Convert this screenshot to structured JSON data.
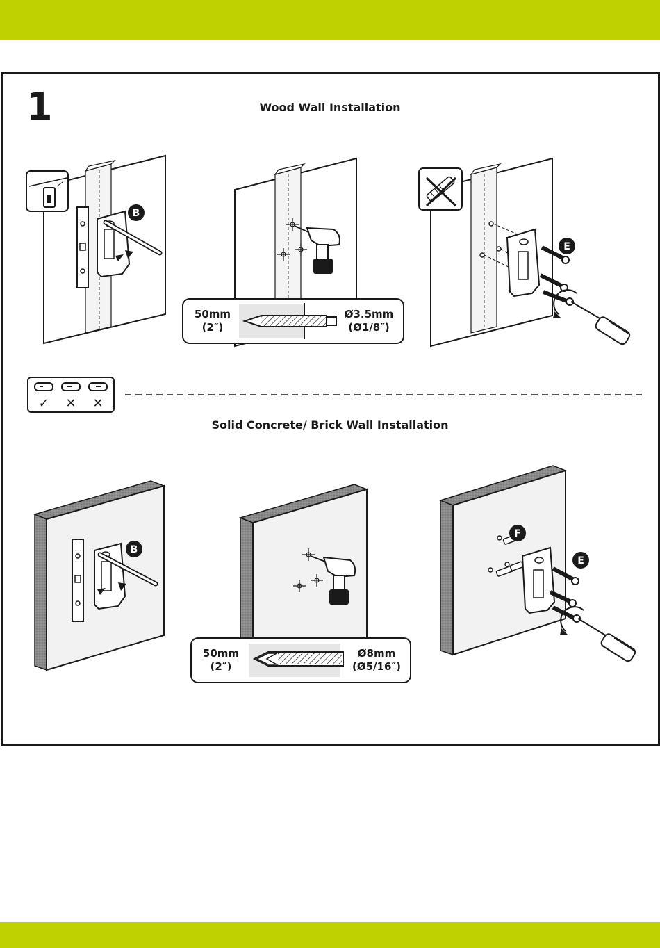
{
  "brand": {
    "accent_color": "#bfd200",
    "line_color": "#1a1a1a",
    "wall_fill": "#f2f2f2",
    "masonry_fill": "#8c8c8c"
  },
  "step_number": "1",
  "wood_section": {
    "title": "Wood Wall Installation",
    "part_b_label": "B",
    "part_e_label": "E",
    "drill_spec": {
      "depth": "50mm",
      "depth_imperial": "(2″)",
      "diameter": "Ø3.5mm",
      "diameter_imperial": "(Ø1/8″)"
    },
    "icons": [
      "stud-finder-icon",
      "no-anchor-icon",
      "drill-icon",
      "screwdriver-icon",
      "spirit-level-icon"
    ]
  },
  "slot_guide": {
    "marks": [
      "✓",
      "✕",
      "✕"
    ]
  },
  "concrete_section": {
    "title": "Solid Concrete/ Brick Wall Installation",
    "part_b_label": "B",
    "part_f_label": "F",
    "part_e_label": "E",
    "drill_spec": {
      "depth": "50mm",
      "depth_imperial": "(2″)",
      "diameter": "Ø8mm",
      "diameter_imperial": "(Ø5/16″)"
    }
  }
}
